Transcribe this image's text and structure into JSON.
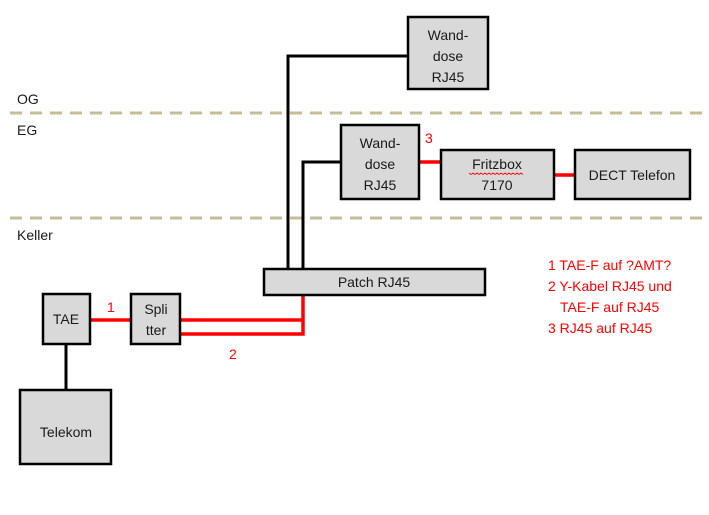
{
  "floors": {
    "og": "OG",
    "eg": "EG",
    "keller": "Keller"
  },
  "devices": {
    "wanddose_og": {
      "lines": [
        "Wand-",
        "dose",
        "RJ45"
      ]
    },
    "wanddose_eg": {
      "lines": [
        "Wand-",
        "dose",
        "RJ45"
      ]
    },
    "fritzbox": {
      "lines": [
        "Fritzbox",
        "7170"
      ]
    },
    "dect": {
      "lines": [
        "DECT Telefon"
      ]
    },
    "patch": {
      "lines": [
        "Patch RJ45"
      ]
    },
    "tae": {
      "lines": [
        "TAE"
      ]
    },
    "splitter": {
      "lines": [
        "Spli",
        "tter"
      ]
    },
    "telekom": {
      "lines": [
        "Telekom"
      ]
    }
  },
  "connection_labels": {
    "tae_splitter": "1",
    "splitter_patch": "2",
    "wanddose_fritzbox": "3"
  },
  "legend": {
    "lines": [
      "1 TAE-F auf ?AMT?",
      "2 Y-Kabel RJ45 und",
      "TAE-F auf RJ45",
      "3 RJ45 auf RJ45"
    ]
  },
  "colors": {
    "box_fill": "#d9d9d9",
    "copper_line": "#000000",
    "annotated_line": "#ff0000",
    "floor_divider": "#c4bd97"
  }
}
